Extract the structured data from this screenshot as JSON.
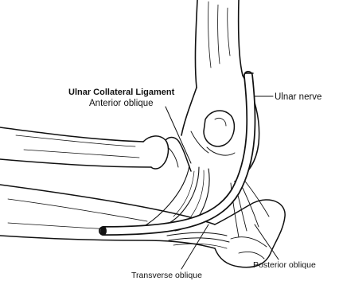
{
  "labels": {
    "ulnar_collateral_ligament": "Ulnar Collateral Ligament",
    "anterior_oblique": "Anterior oblique",
    "ulnar_nerve": "Ulnar nerve",
    "transverse_oblique": "Transverse oblique",
    "posterior_oblique": "Posterior oblique"
  },
  "colors": {
    "ink": "#111111",
    "background": "#ffffff"
  }
}
